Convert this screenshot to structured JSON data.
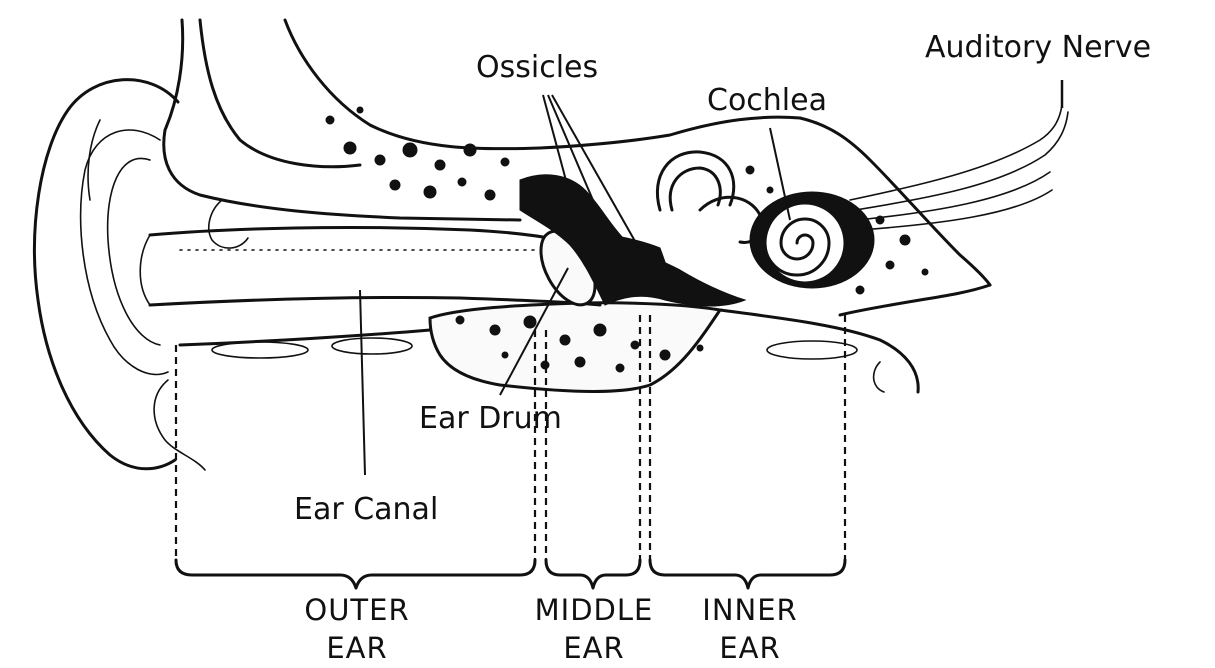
{
  "labels": {
    "auditory_nerve": "Auditory Nerve",
    "ossicles": "Ossicles",
    "cochlea": "Cochlea",
    "ear_drum": "Ear Drum",
    "ear_canal": "Ear Canal"
  },
  "regions": {
    "outer": {
      "line1": "OUTER",
      "line2": "EAR"
    },
    "middle": {
      "line1": "MIDDLE",
      "line2": "EAR"
    },
    "inner": {
      "line1": "INNER",
      "line2": "EAR"
    }
  },
  "colors": {
    "ink": "#111111",
    "paper": "#ffffff"
  }
}
